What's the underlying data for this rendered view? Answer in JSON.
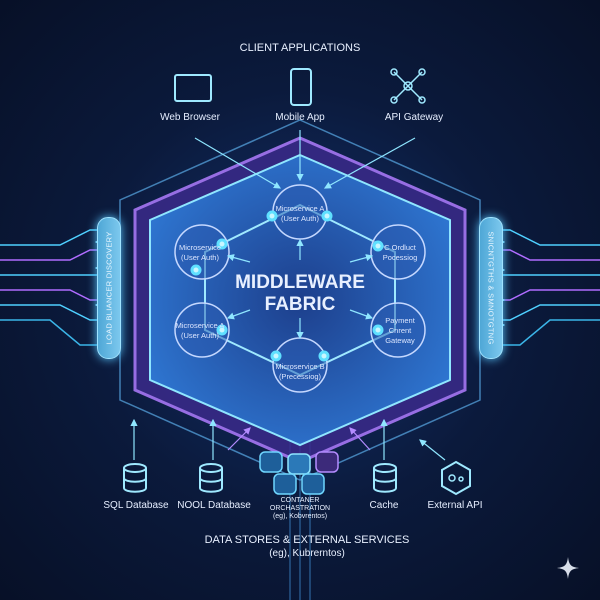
{
  "header": {
    "title": "CLIENT APPLICATIONS"
  },
  "clients": [
    {
      "label": "Web Browser",
      "icon": "browser-icon"
    },
    {
      "label": "Mobile App",
      "icon": "mobile-phone-icon"
    },
    {
      "label": "API Gateway",
      "icon": "network-nodes-icon"
    }
  ],
  "fabric": {
    "title_line1": "MIDDLEWARE",
    "title_line2": "FABRIC"
  },
  "microservices": [
    {
      "line1": "Microservice A",
      "line2": "(User Auth)"
    },
    {
      "line1": "Microservice",
      "line2": "(User Auth)"
    },
    {
      "line1": "C Ordluct",
      "line2": "Pocessiog"
    },
    {
      "line1": "Microservice A",
      "line2": "(User Auth)"
    },
    {
      "line1": "Payment",
      "line2": "Cnrent",
      "line3": "Gateway"
    },
    {
      "line1": "Microservice B",
      "line2": "(Precessiog)"
    }
  ],
  "side_panels": {
    "left": "LOAD BLIANCER DISCOVERY",
    "right": "SNICNTGTHS & SMNOTGTNG"
  },
  "services": [
    {
      "label": "SQL Database",
      "icon": "database-icon"
    },
    {
      "label": "NOOL Database",
      "icon": "database-icon"
    },
    {
      "label": "CONTANER",
      "label2": "ORCHASTRATION",
      "label3": "(eg), Kobvrentos)",
      "icon": "container-cubes-icon"
    },
    {
      "label": "Cache",
      "icon": "database-icon"
    },
    {
      "label": "External API",
      "icon": "hexagon-api-icon"
    }
  ],
  "footer": {
    "title": "DATA STORES & EXTERNAL SERVICES",
    "subtitle": "(eg), Kubrerntos)"
  },
  "colors": {
    "cyan": "#7fe3ff",
    "purple": "#a878ff",
    "background": "#0b1a3c",
    "fabric": "#2a66c8"
  }
}
